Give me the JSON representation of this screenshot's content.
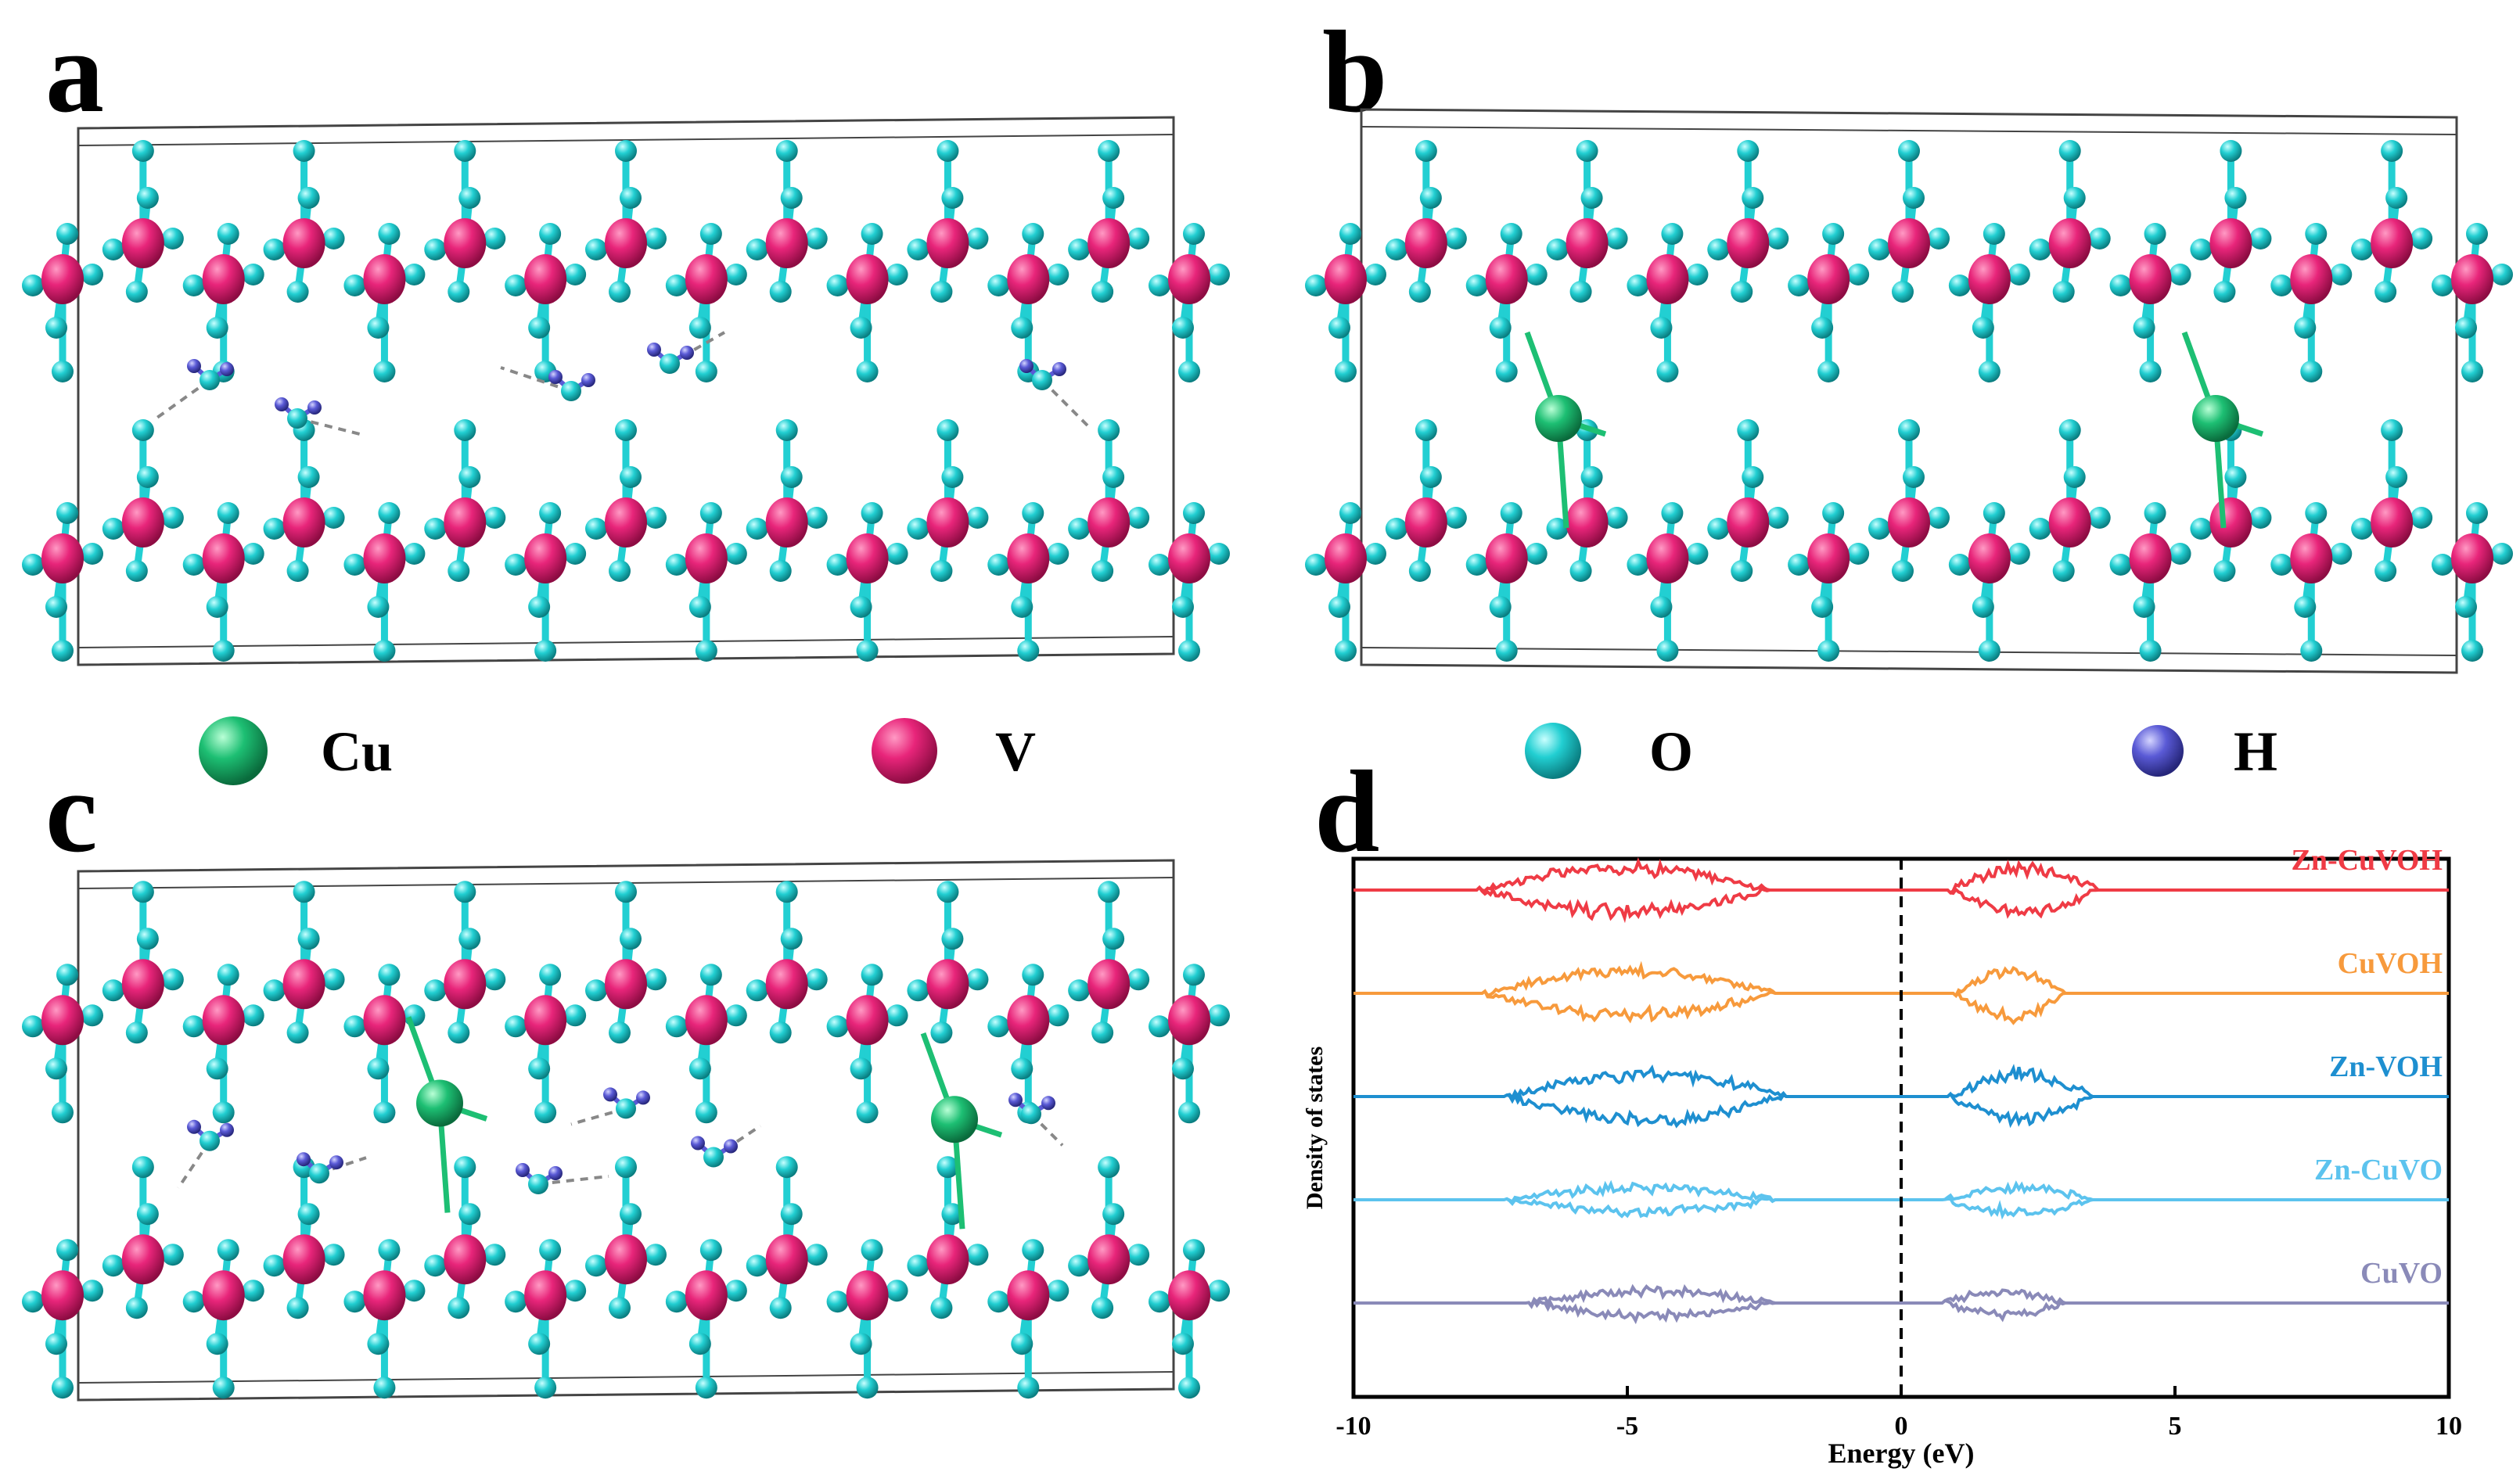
{
  "panels": {
    "a": {
      "letter": "a"
    },
    "b": {
      "letter": "b"
    },
    "c": {
      "letter": "c"
    },
    "d": {
      "letter": "d"
    }
  },
  "legend": [
    {
      "symbol": "Cu",
      "color": "#1dbf73"
    },
    {
      "symbol": "V",
      "color": "#e8257a"
    },
    {
      "symbol": "O",
      "color": "#22cfd2"
    },
    {
      "symbol": "H",
      "color": "#5a5ad6"
    }
  ],
  "colors": {
    "vanadium": "#e8257a",
    "oxygen": "#22cfd2",
    "copper": "#1dbf73",
    "hydrogen": "#5a5ad6",
    "cell_box": "#555555",
    "hbond": "#888888"
  },
  "chart_data": {
    "type": "line",
    "title": "",
    "xlabel": "Energy (eV)",
    "ylabel": "Density of states",
    "xlim": [
      -10,
      10
    ],
    "xticks": [
      "-10",
      "-5",
      "0",
      "5",
      "10"
    ],
    "fermi_level": 0,
    "grid": false,
    "series": [
      {
        "name": "Zn-CuVOH",
        "color": "#ef3b45",
        "offset": 4,
        "gaps": [
          [
            -2.4,
            -0.3
          ],
          [
            0.2,
            0.4
          ]
        ],
        "bands": [
          [
            -7.7,
            -2.4
          ],
          [
            0.9,
            3.6
          ]
        ],
        "amplitude": 0.55
      },
      {
        "name": "CuVOH",
        "color": "#f79a3c",
        "offset": 3,
        "gaps": [
          [
            -2.3,
            -0.4
          ]
        ],
        "bands": [
          [
            -7.6,
            -2.3
          ],
          [
            1.0,
            3.0
          ]
        ],
        "amplitude": 0.55
      },
      {
        "name": "Zn-VOH",
        "color": "#1e8fd0",
        "offset": 2,
        "gaps": [
          [
            -2.1,
            0.4
          ]
        ],
        "bands": [
          [
            -7.2,
            -2.1
          ],
          [
            0.9,
            3.5
          ]
        ],
        "amplitude": 0.55
      },
      {
        "name": "Zn-CuVO",
        "color": "#5cc3ee",
        "offset": 1,
        "gaps": [
          [
            -2.3,
            -0.4
          ]
        ],
        "bands": [
          [
            -7.2,
            -2.3
          ],
          [
            0.8,
            3.5
          ]
        ],
        "amplitude": 0.3
      },
      {
        "name": "CuVO",
        "color": "#8a8ab8",
        "offset": 0,
        "gaps": [
          [
            -2.3,
            -0.4
          ]
        ],
        "bands": [
          [
            -6.8,
            -2.3
          ],
          [
            0.8,
            3.0
          ]
        ],
        "amplitude": 0.3
      }
    ]
  }
}
